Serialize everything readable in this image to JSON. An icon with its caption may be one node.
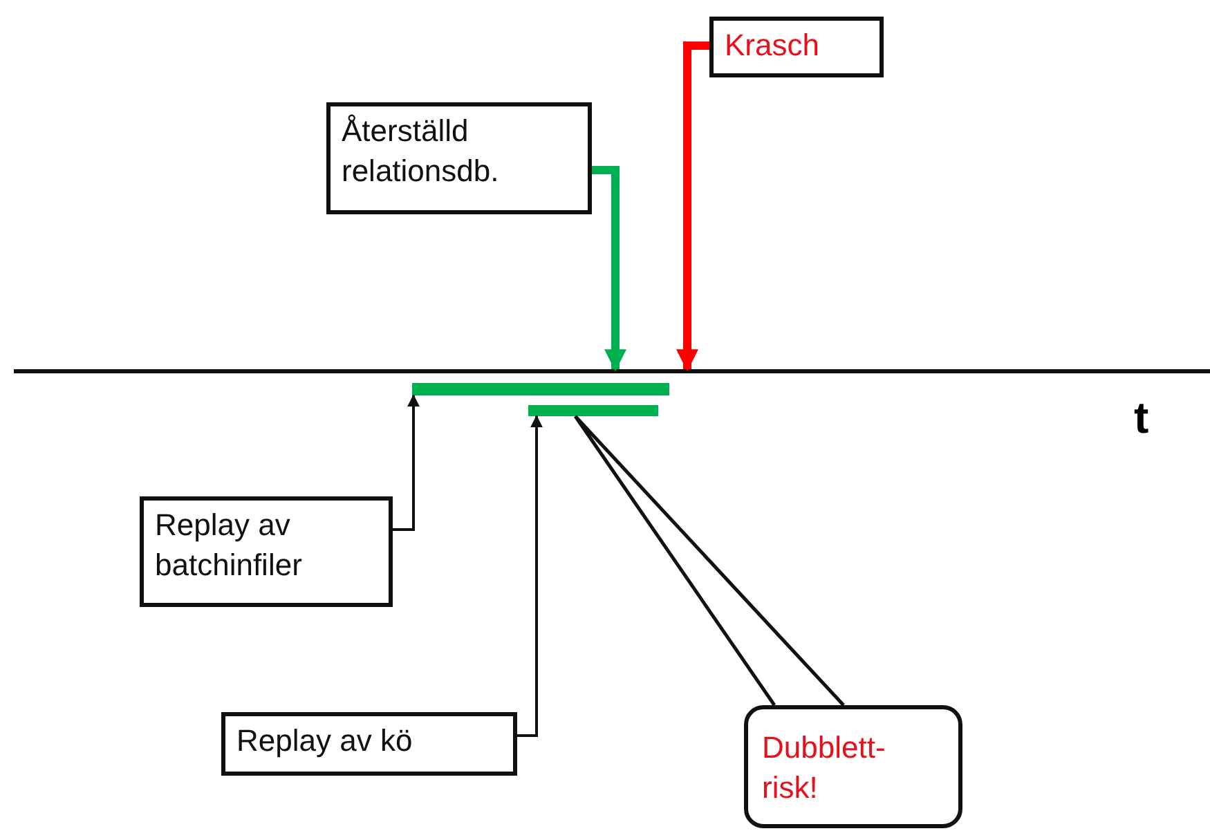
{
  "diagram": {
    "nodes": [
      {
        "text": [
          "Krasch"
        ]
      },
      {
        "text": [
          "Återställd relationsdb."
        ]
      },
      {
        "text": [],
        "shape": "line",
        "beside": [
          "t"
        ]
      },
      {
        "text": [],
        "shape": "bar"
      },
      {
        "text": [],
        "shape": "bar"
      },
      {
        "text": [
          "Replay av batchinfiler"
        ]
      },
      {
        "text": [
          "Replay av kö"
        ]
      },
      {
        "text": [
          "Dubblett- risk!"
        ]
      }
    ],
    "edges": [
      {
        "from": 0,
        "to": 2,
        "arrow": "to",
        "style": "thick",
        "color": "#ff0000"
      },
      {
        "from": 1,
        "to": 2,
        "arrow": "to",
        "style": "thick",
        "color": "#00b050"
      },
      {
        "from": 5,
        "to": 3,
        "arrow": "to"
      },
      {
        "from": 6,
        "to": 4,
        "arrow": "to"
      },
      {
        "from": 7,
        "to": 4,
        "arrow": "none"
      }
    ]
  }
}
